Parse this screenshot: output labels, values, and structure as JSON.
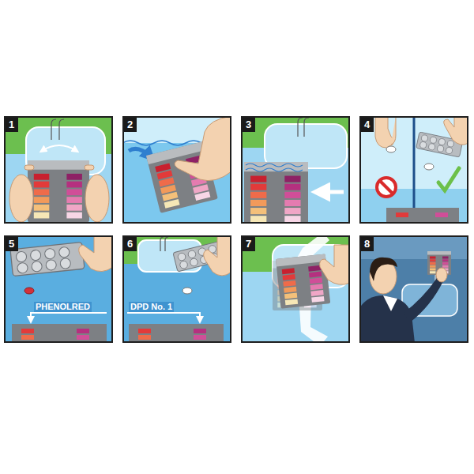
{
  "diagram": {
    "nodes": [
      {
        "text": [
          "1"
        ]
      },
      {
        "text": [
          "2"
        ]
      },
      {
        "text": [
          "3"
        ]
      },
      {
        "text": [
          "4"
        ]
      },
      {
        "text": [
          "5",
          "PHENOLRED"
        ]
      },
      {
        "text": [
          "6",
          "DPD No. 1"
        ]
      },
      {
        "text": [
          "7"
        ]
      },
      {
        "text": [
          "8"
        ]
      }
    ]
  }
}
